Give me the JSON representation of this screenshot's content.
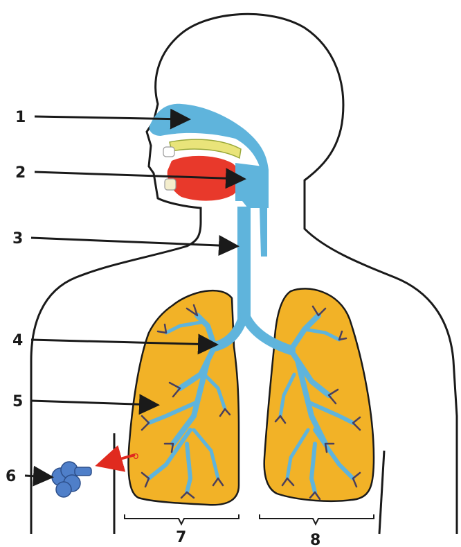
{
  "labels": {
    "l1": "1",
    "l2": "2",
    "l3": "3",
    "l4": "4",
    "l5": "5",
    "l6": "6",
    "l7": "7",
    "l8": "8"
  },
  "colors": {
    "airway": "#5fb4dc",
    "lung": "#f2b227",
    "mouth": "#e8392b",
    "palate": "#e9e47a",
    "alveolus": "#4f7fc9",
    "gas_arrow": "#e02a1f"
  }
}
